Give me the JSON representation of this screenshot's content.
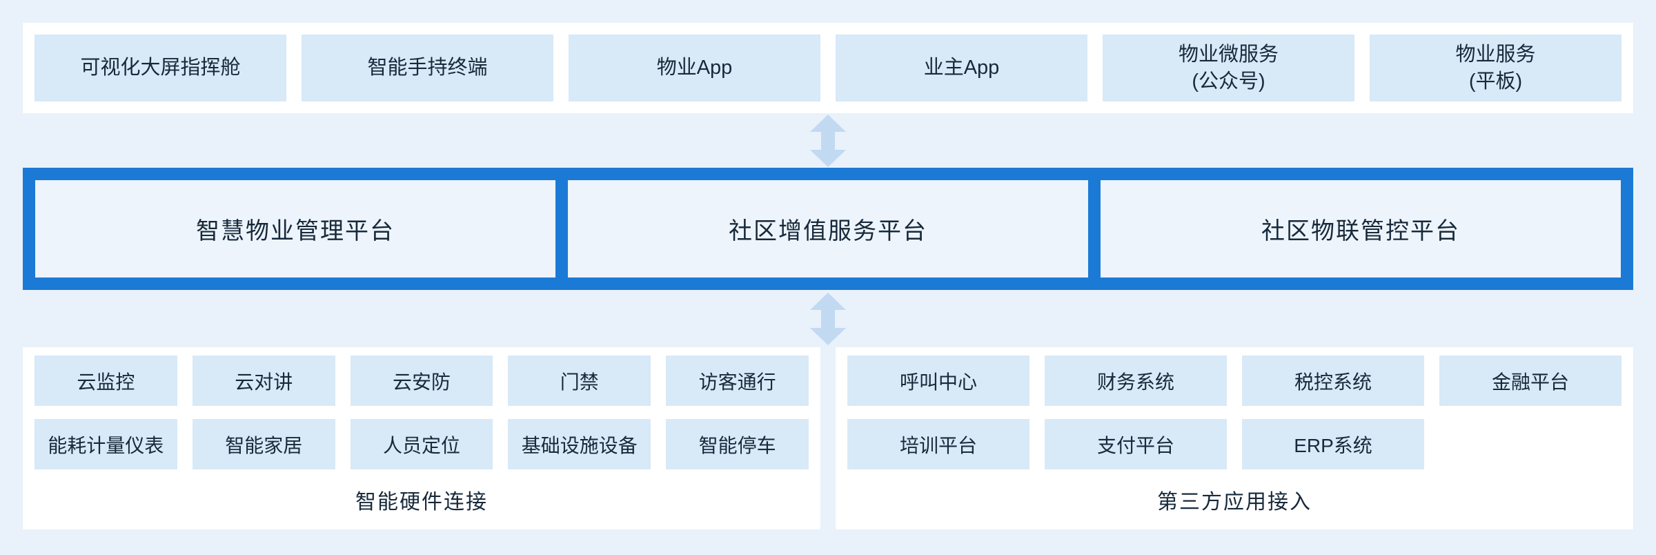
{
  "diagram": {
    "terminal_layer": {
      "items": [
        {
          "line1": "可视化大屏指挥舱"
        },
        {
          "line1": "智能手持终端"
        },
        {
          "line1": "物业App"
        },
        {
          "line1": "业主App"
        },
        {
          "line1": "物业微服务",
          "line2": "(公众号)"
        },
        {
          "line1": "物业服务",
          "line2": "(平板)"
        }
      ]
    },
    "platform_layer": {
      "items": [
        {
          "label": "智慧物业管理平台"
        },
        {
          "label": "社区增值服务平台"
        },
        {
          "label": "社区物联管控平台"
        }
      ]
    },
    "hardware_group": {
      "title": "智能硬件连接",
      "row1": [
        "云监控",
        "云对讲",
        "云安防",
        "门禁",
        "访客通行"
      ],
      "row2": [
        "能耗计量仪表",
        "智能家居",
        "人员定位",
        "基础设施设备",
        "智能停车"
      ]
    },
    "third_party_group": {
      "title": "第三方应用接入",
      "row1": [
        "呼叫中心",
        "财务系统",
        "税控系统",
        "金融平台"
      ],
      "row2": [
        "培训平台",
        "支付平台",
        "ERP系统"
      ]
    },
    "colors": {
      "page_bg": "#e9f1fa",
      "panel_bg": "#ffffff",
      "item_bg": "#d8e9f8",
      "platform_band_bg": "#1a7ad5",
      "platform_item_bg": "#edf4fb",
      "arrow": "#c2d9f2",
      "text": "#17293a"
    }
  }
}
